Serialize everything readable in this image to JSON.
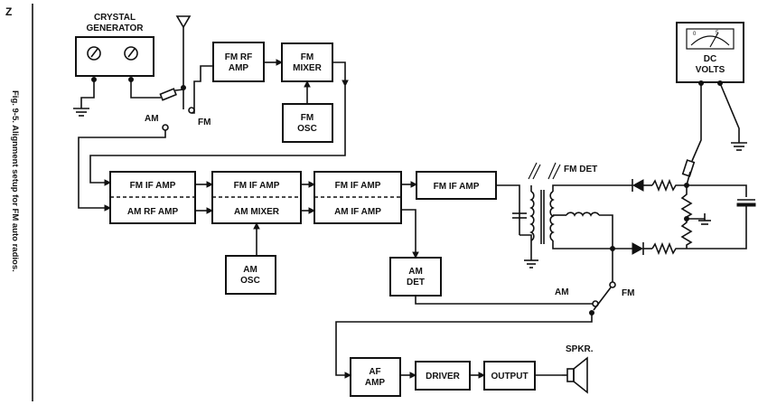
{
  "caption": "Fig. 9-5. Alignment setup for FM auto radios.",
  "page_mark": "Z",
  "blocks": {
    "crystal_generator": [
      "CRYSTAL",
      "GENERATOR"
    ],
    "fm_rf_amp": [
      "FM RF",
      "AMP"
    ],
    "fm_mixer": [
      "FM",
      "MIXER"
    ],
    "fm_osc": [
      "FM",
      "OSC"
    ],
    "fm_if_amp_1": "FM IF AMP",
    "fm_if_amp_2": "FM IF AMP",
    "fm_if_amp_3": "FM IF AMP",
    "fm_if_amp_4": "FM IF AMP",
    "am_rf_amp": "AM RF AMP",
    "am_mixer": "AM MIXER",
    "am_if_amp": "AM IF AMP",
    "am_osc": [
      "AM",
      "OSC"
    ],
    "am_det": [
      "AM",
      "DET"
    ],
    "dc_volts": [
      "DC",
      "VOLTS"
    ],
    "af_amp": [
      "AF",
      "AMP"
    ],
    "driver": "DRIVER",
    "output": "OUTPUT"
  },
  "labels": {
    "am_switch_top": "AM",
    "fm_switch_top": "FM",
    "fm_det": "FM DET",
    "am_switch_bottom": "AM",
    "fm_switch_bottom": "FM",
    "speaker": "SPKR.",
    "meter_scale_0": "0",
    "meter_scale_5": "5"
  }
}
